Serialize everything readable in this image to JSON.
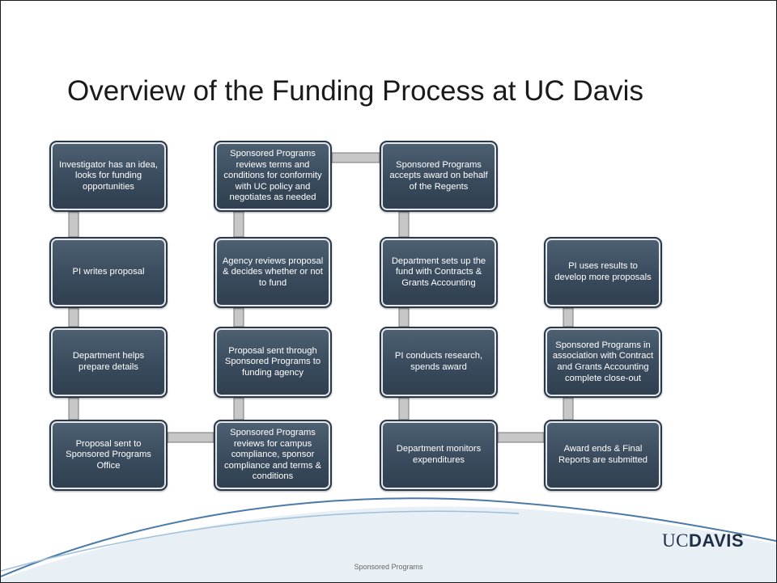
{
  "title": "Overview of the Funding Process at UC Davis",
  "steps": [
    "Investigator has an idea, looks for funding opportunities",
    "PI writes proposal",
    "Department helps prepare details",
    "Proposal sent to Sponsored Programs Office",
    "Sponsored Programs reviews for campus compliance, sponsor compliance and terms & conditions",
    "Proposal sent through Sponsored Programs to funding agency",
    "Agency reviews proposal & decides whether or not to fund",
    "Sponsored Programs reviews terms and conditions for conformity with UC policy and negotiates as needed",
    "Sponsored Programs accepts award on behalf of the Regents",
    "Department sets up the fund with Contracts & Grants Accounting",
    "PI conducts research, spends award",
    "Department monitors expenditures",
    "Award ends & Final Reports are submitted",
    "Sponsored Programs in association with Contract and Grants Accounting complete close-out",
    "PI uses results to develop more proposals"
  ],
  "logo": {
    "prefix": "UC",
    "name": "DAVIS"
  },
  "footer": "Sponsored Programs",
  "colors": {
    "box_fill": "#3b4d5f",
    "box_border": "#2b3846",
    "connector": "#c7c7c7"
  }
}
